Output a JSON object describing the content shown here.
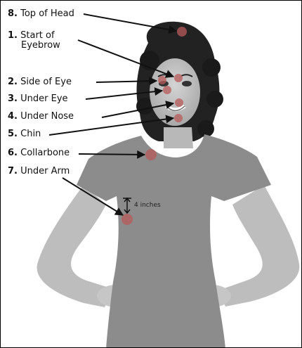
{
  "points": [
    {
      "num": "8.",
      "name": "Top of Head"
    },
    {
      "num": "1.",
      "name": "Start of",
      "name2": "Eyebrow"
    },
    {
      "num": "2.",
      "name": "Side of Eye"
    },
    {
      "num": "3.",
      "name": "Under Eye"
    },
    {
      "num": "4.",
      "name": "Under Nose"
    },
    {
      "num": "5.",
      "name": "Chin"
    },
    {
      "num": "6.",
      "name": "Collarbone"
    },
    {
      "num": "7.",
      "name": "Under Arm"
    }
  ],
  "measurement": {
    "label": "4 inches"
  },
  "colors": {
    "tap_point": "#b85a5a",
    "arrow": "#111111"
  }
}
